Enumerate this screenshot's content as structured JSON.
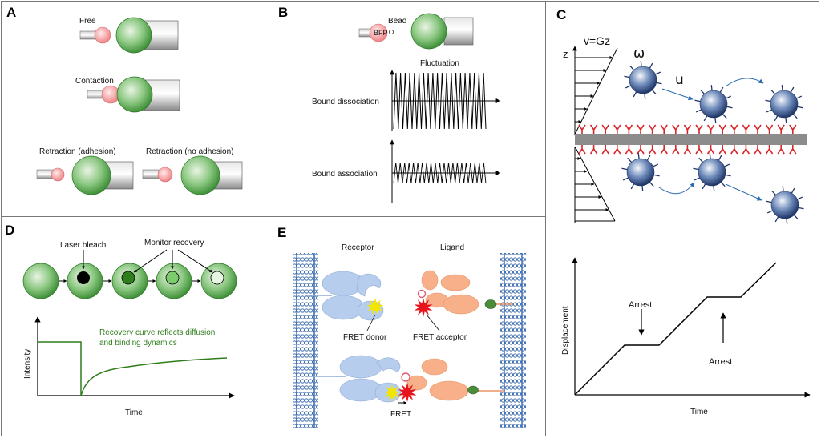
{
  "panels": {
    "a": {
      "letter": "A",
      "free": "Free",
      "contaction": "Contaction",
      "retraction_adhesion": "Retraction (adhesion)",
      "retraction_no_adhesion": "Retraction (no adhesion)"
    },
    "b": {
      "letter": "B",
      "bead": "Bead",
      "bfp": "BFP",
      "fluctuation": "Fluctuation",
      "bound_dissociation": "Bound dissociation",
      "bound_association": "Bound association"
    },
    "c": {
      "letter": "C",
      "z": "z",
      "velocity": "v=Gz",
      "omega": "ω",
      "u": "u",
      "arrest_top": "Arrest",
      "arrest_bottom": "Arrest",
      "ylabel": "Displacement",
      "xlabel": "Time"
    },
    "d": {
      "letter": "D",
      "laser_bleach": "Laser bleach",
      "monitor_recovery": "Monitor recovery",
      "note_line1": "Recovery curve reflects diffusion",
      "note_line2": "and binding dynamics",
      "ylabel": "Intensity",
      "xlabel": "Time"
    },
    "e": {
      "letter": "E",
      "receptor": "Receptor",
      "ligand": "Ligand",
      "fret_donor": "FRET donor",
      "fret_acceptor": "FRET acceptor",
      "fret": "FRET"
    }
  },
  "colors": {
    "cell_green": "#3e9a3a",
    "bead_pink": "#f08c8c",
    "ligand_orange": "#f4a77a",
    "receptor_blue": "#a9c3e6",
    "membrane_blue": "#3f6fb0",
    "leukocyte_blue": "#2e4e86",
    "recovery_green": "#2f7d1c",
    "adhesion_red": "#d9262a",
    "fret_yellow": "#f2e600",
    "fret_red": "#e8141c"
  }
}
